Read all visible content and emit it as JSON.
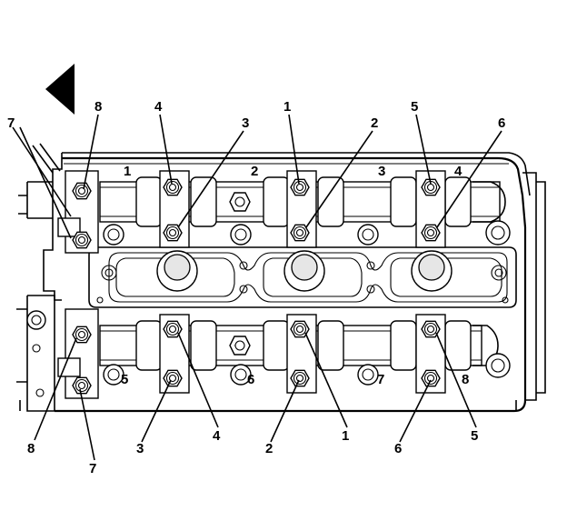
{
  "direction_icon": "arrow-left-icon",
  "bearing_cap_numbers": {
    "top": [
      "1",
      "2",
      "3",
      "4"
    ],
    "bottom": [
      "5",
      "6",
      "7",
      "8"
    ]
  },
  "callouts": {
    "top": [
      "7",
      "8",
      "4",
      "3",
      "1",
      "2",
      "5",
      "6"
    ],
    "bottom": [
      "8",
      "7",
      "3",
      "4",
      "2",
      "1",
      "6",
      "5"
    ]
  },
  "colors": {
    "line": "#000000",
    "background": "#ffffff"
  }
}
